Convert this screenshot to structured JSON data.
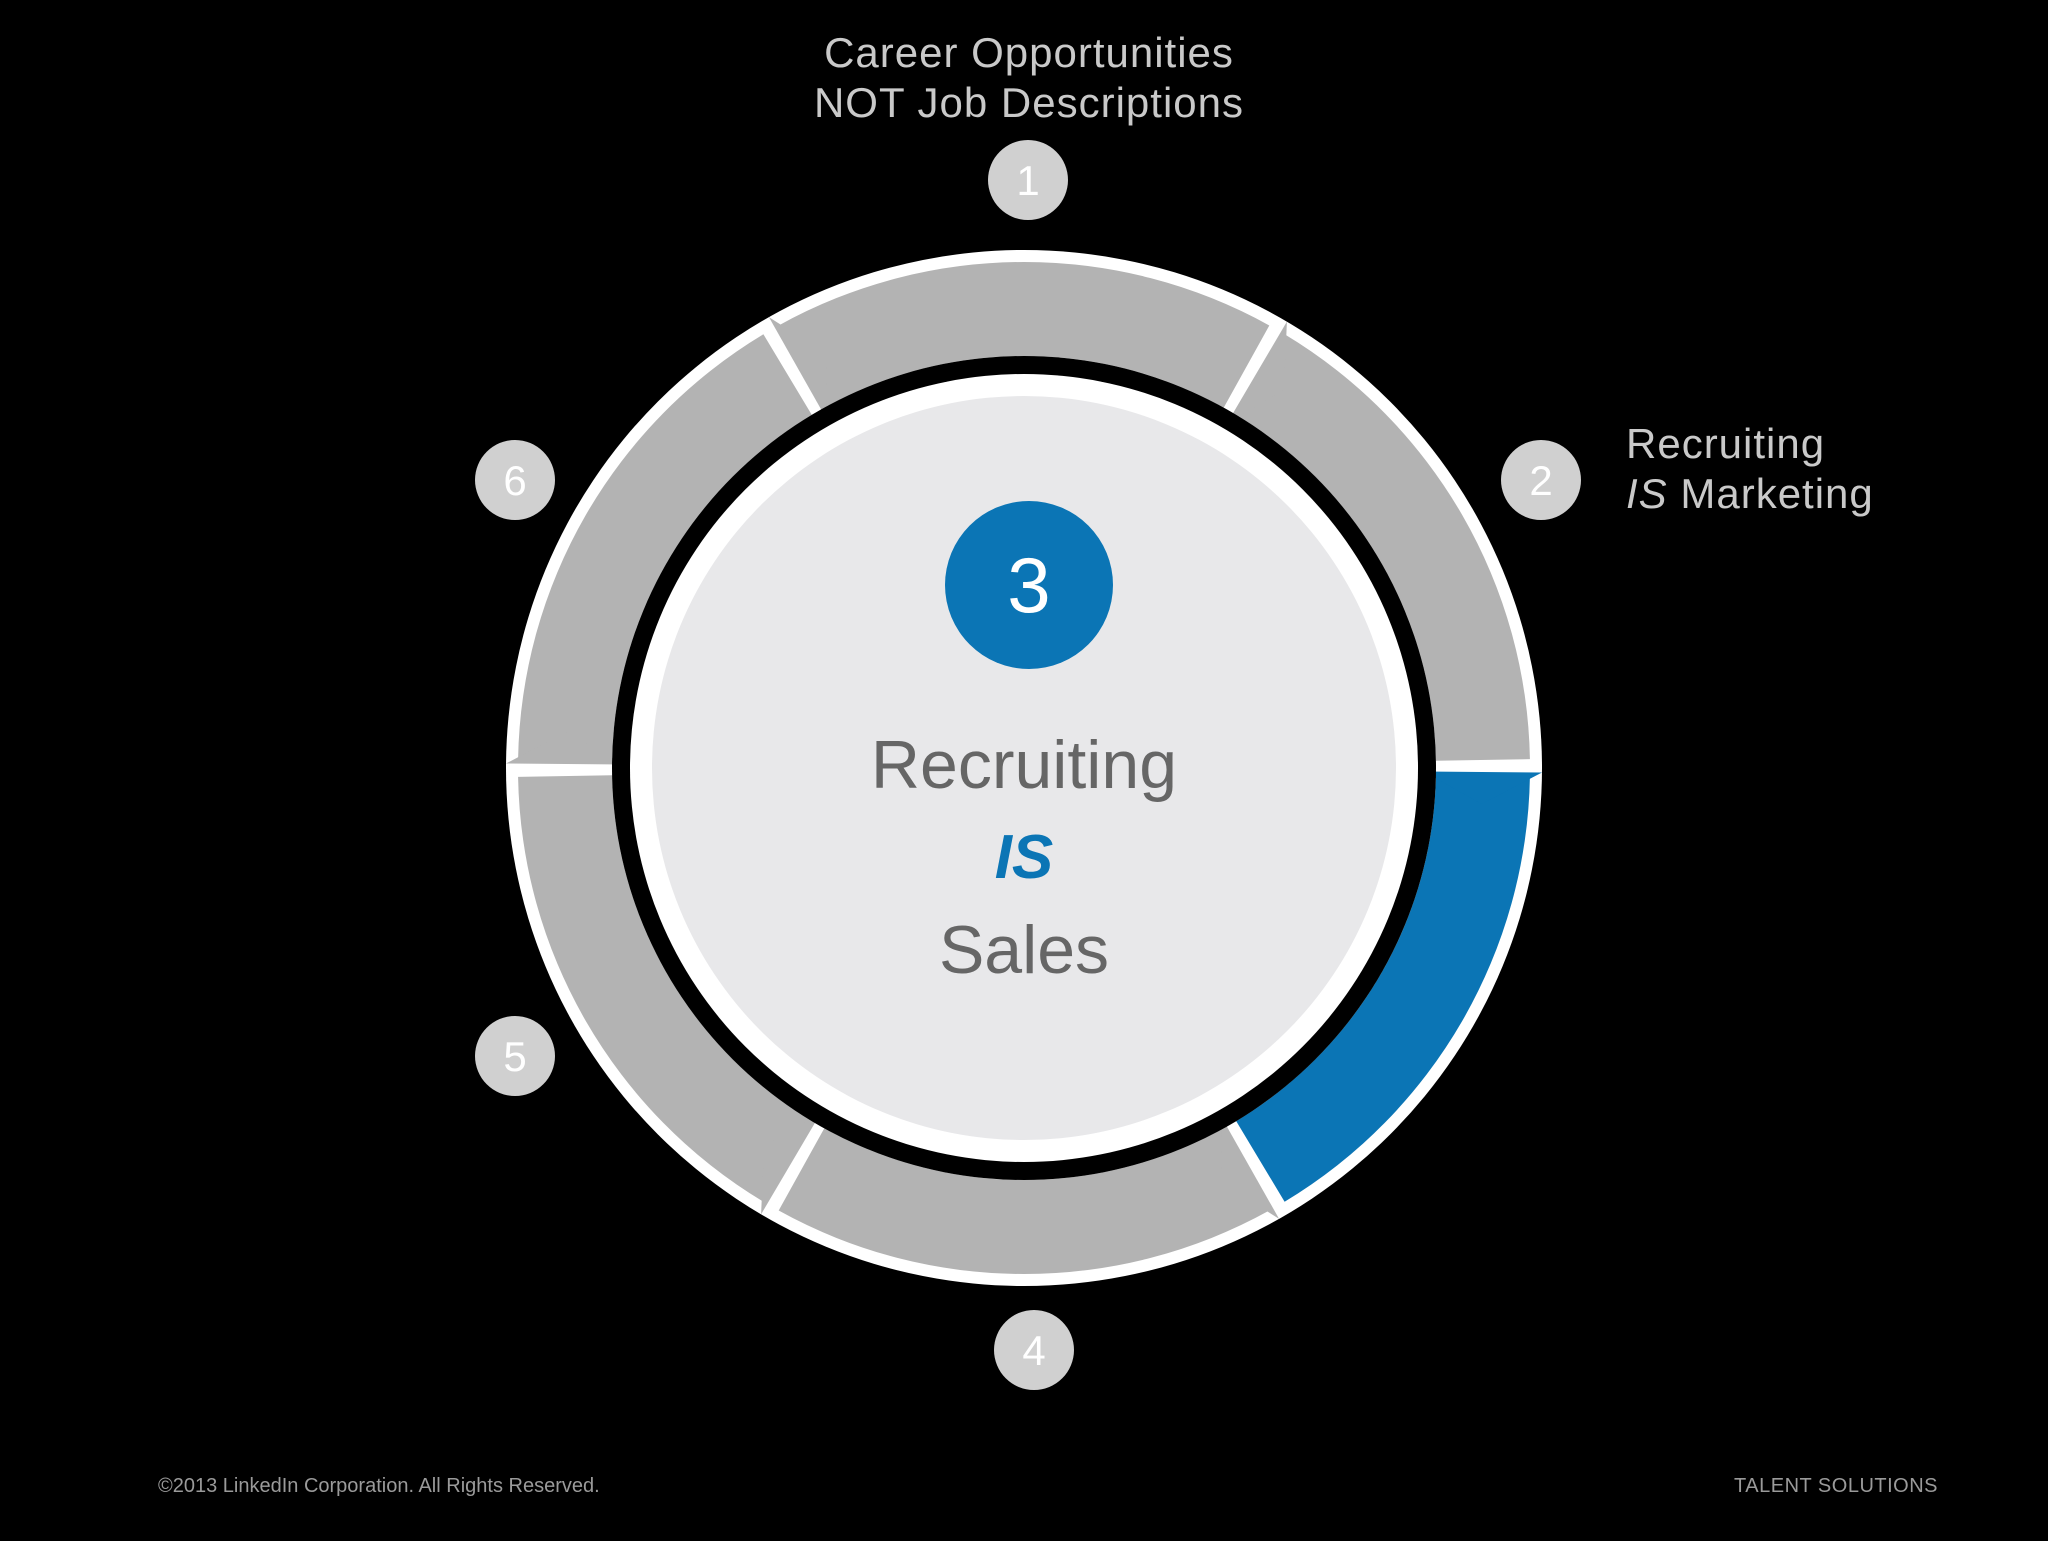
{
  "diagram": {
    "active_step": 3,
    "colors": {
      "background": "#000000",
      "ring_segment": "#b3b3b3",
      "ring_active": "#0b75b5",
      "center_disc": "#e8e8ea",
      "number_badge": "#d0d0d0",
      "number_badge_active": "#0b75b5",
      "label_text": "#c9c9c9",
      "center_text": "#666666",
      "emphasis_text": "#0b75b5"
    },
    "steps": [
      {
        "number": "1",
        "active": false
      },
      {
        "number": "2",
        "active": false
      },
      {
        "number": "3",
        "active": true
      },
      {
        "number": "4",
        "active": false
      },
      {
        "number": "5",
        "active": false
      },
      {
        "number": "6",
        "active": false
      }
    ],
    "labels": {
      "step1_line1": "Career Opportunities",
      "step1_line2": "NOT Job Descriptions",
      "step2_line1": "Recruiting",
      "step2_emph": "IS",
      "step2_rest": " Marketing"
    },
    "center": {
      "line1": "Recruiting",
      "line2": "IS",
      "line3": "Sales"
    }
  },
  "footer": {
    "copyright": "©2013 LinkedIn Corporation. All Rights Reserved.",
    "brand": "TALENT SOLUTIONS"
  }
}
